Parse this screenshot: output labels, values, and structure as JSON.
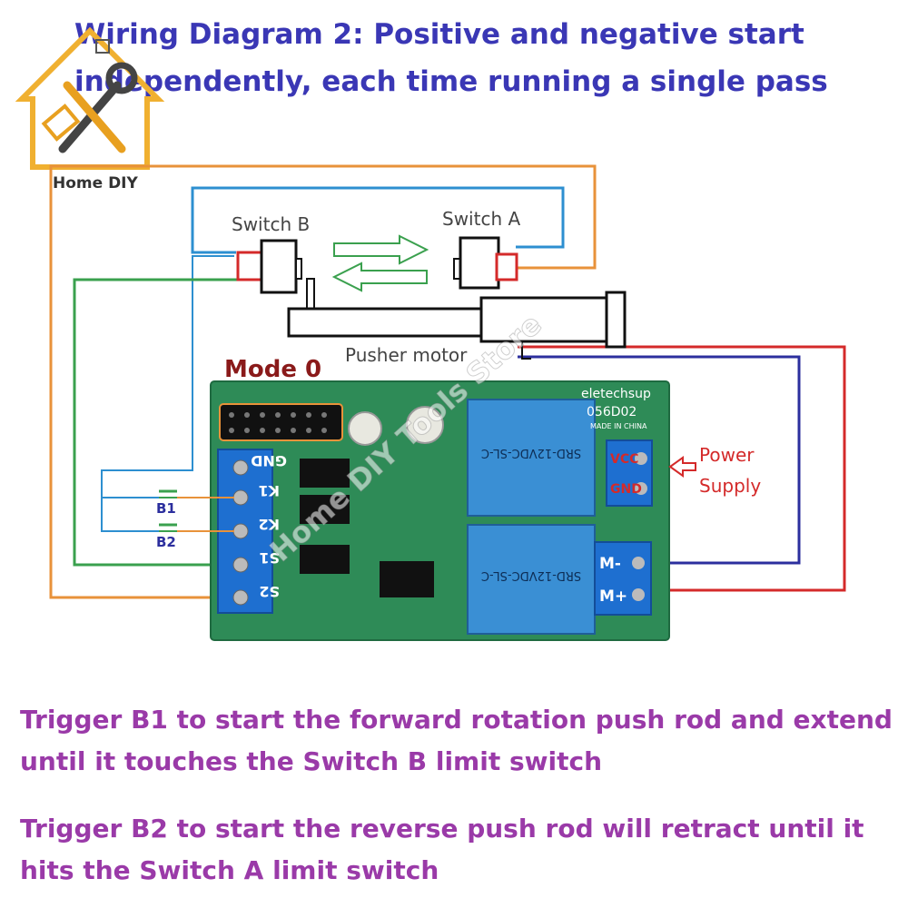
{
  "title": {
    "line1": "Wiring Diagram 2: Positive and negative start",
    "line2": "independently, each time running a single pass"
  },
  "logo": {
    "text": "Home DIY"
  },
  "diagram": {
    "switch_b_label": "Switch B",
    "switch_a_label": "Switch A",
    "motor_label": "Pusher motor",
    "mode_label": "Mode 0",
    "power_label_1": "Power",
    "power_label_2": "Supply",
    "button_b1": "B1",
    "button_b2": "B2",
    "board": {
      "brand": "eletechsup",
      "model": "056D02",
      "made_in": "MADE IN CHINA",
      "relay_text_1": "SRD-12VDC-SL-C",
      "relay_text_2": "SRD-12VDC-SL-C",
      "left_terminals": [
        "GND",
        "K1",
        "K2",
        "S1",
        "S2"
      ],
      "power_terminals": [
        "VCC",
        "GND"
      ],
      "motor_terminals": [
        "M-",
        "M+"
      ],
      "watermark": "Home DIY Tools Store"
    },
    "colors": {
      "orange": "#e8923a",
      "blue": "#2d8fd0",
      "green": "#3aa04e",
      "red": "#d42a2a",
      "navy": "#2c2f9e",
      "pcb": "#2e8b57",
      "terminal_blue": "#1e6fd0",
      "relay_blue": "#3a8fd4"
    }
  },
  "captions": {
    "p1_line1": "Trigger B1 to start the forward rotation push rod and extend",
    "p1_line2": "until it touches the Switch B limit switch",
    "p2_line1": "Trigger B2 to start the reverse push rod will retract until it",
    "p2_line2": "hits the Switch A limit switch"
  }
}
